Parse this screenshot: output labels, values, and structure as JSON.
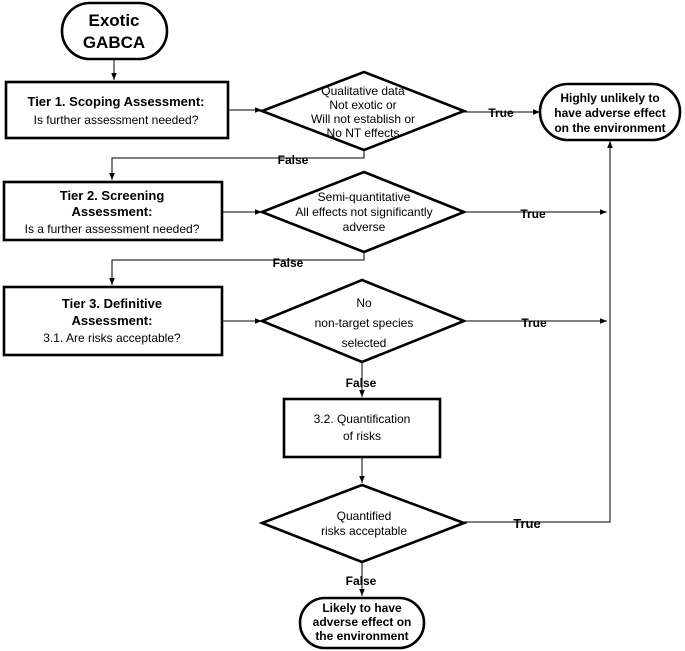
{
  "start": {
    "line1": "Exotic",
    "line2": "GABCA"
  },
  "tier1": {
    "title": "Tier 1. Scoping Assessment:",
    "question": "Is further assessment needed?"
  },
  "decision1": {
    "line1": "Qualitative data",
    "line2": "Not exotic or",
    "line3": "Will not establish or",
    "line4": "No NT effects"
  },
  "outcome_safe": {
    "line1": "Highly unlikely to",
    "line2": "have adverse effect",
    "line3": "on the environment"
  },
  "tier2": {
    "title_line1": "Tier 2. Screening",
    "title_line2": "Assessment:",
    "question": "Is a further assessment needed?"
  },
  "decision2": {
    "line1": "Semi-quantitative",
    "line2": "All effects not significantly",
    "line3": "adverse"
  },
  "tier3": {
    "title_line1": "Tier 3. Definitive",
    "title_line2": "Assessment:",
    "question": "3.1. Are risks acceptable?"
  },
  "decision3": {
    "line1": "No",
    "line2": "non-target species",
    "line3": "selected"
  },
  "quantification": {
    "line1": "3.2. Quantification",
    "line2": "of risks"
  },
  "decision4": {
    "line1": "Quantified",
    "line2": "risks acceptable"
  },
  "outcome_adverse": {
    "line1": "Likely to have",
    "line2": "adverse effect on",
    "line3": "the environment"
  },
  "labels": {
    "true": "True",
    "false": "False"
  }
}
